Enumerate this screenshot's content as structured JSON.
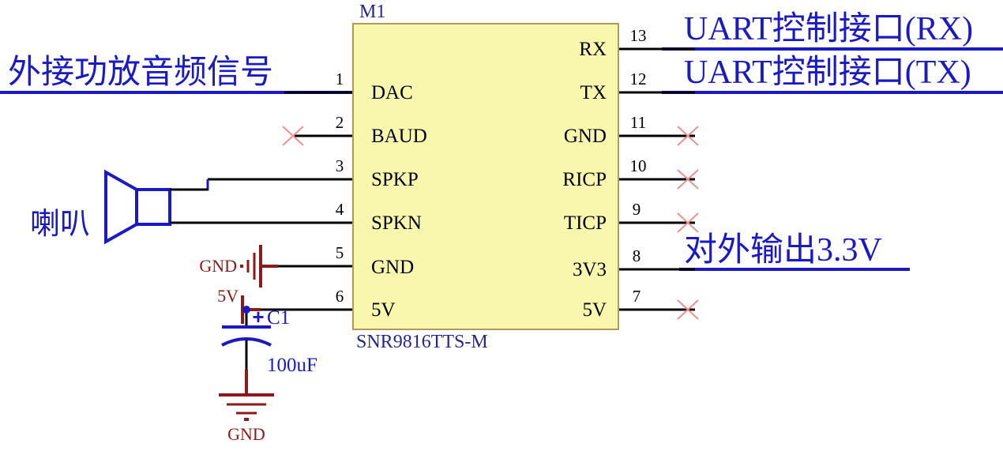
{
  "diagram": {
    "title": "SNR9816TTS-M TTS module application schematic",
    "background_color": "#ffffff",
    "colors": {
      "chip_fill": "#f9f7ae",
      "chip_border": "#b09a5a",
      "wire": "#000000",
      "net_label": "#1a1ac4",
      "power_symbol": "#8b1a1a",
      "nc_cross": "#f09090",
      "component": "#1a1ac4"
    }
  },
  "chip": {
    "reference": "M1",
    "part_number": "SNR9816TTS-M",
    "left_pins": [
      {
        "number": "1",
        "name": "DAC"
      },
      {
        "number": "2",
        "name": "BAUD"
      },
      {
        "number": "3",
        "name": "SPKP"
      },
      {
        "number": "4",
        "name": "SPKN"
      },
      {
        "number": "5",
        "name": "GND"
      },
      {
        "number": "6",
        "name": "5V"
      }
    ],
    "right_pins": [
      {
        "number": "13",
        "name": "RX"
      },
      {
        "number": "12",
        "name": "TX"
      },
      {
        "number": "11",
        "name": "GND"
      },
      {
        "number": "10",
        "name": "RICP"
      },
      {
        "number": "9",
        "name": "TICP"
      },
      {
        "number": "8",
        "name": "3V3"
      },
      {
        "number": "7",
        "name": "5V"
      }
    ]
  },
  "net_labels": {
    "audio_in": "外接功放音频信号",
    "uart_rx": "UART控制接口(RX)",
    "uart_tx": "UART控制接口(TX)",
    "output_3v3": "对外输出3.3V"
  },
  "components": {
    "speaker": {
      "label": "喇叭",
      "connected_pins": [
        "3",
        "4"
      ]
    },
    "capacitor": {
      "reference": "C1",
      "value": "100uF",
      "polarity_marker": "+",
      "connected_pin": "6"
    },
    "power_symbols": [
      {
        "type": "gnd",
        "label": "GND",
        "connected_pin": "5",
        "orientation": "horizontal"
      },
      {
        "type": "power",
        "label": "5V",
        "connected_pin": "6",
        "orientation": "horizontal"
      },
      {
        "type": "gnd",
        "label": "GND",
        "connected_to": "C1",
        "orientation": "vertical"
      }
    ]
  },
  "no_connect_pins": [
    "2",
    "7",
    "9",
    "10",
    "11"
  ]
}
